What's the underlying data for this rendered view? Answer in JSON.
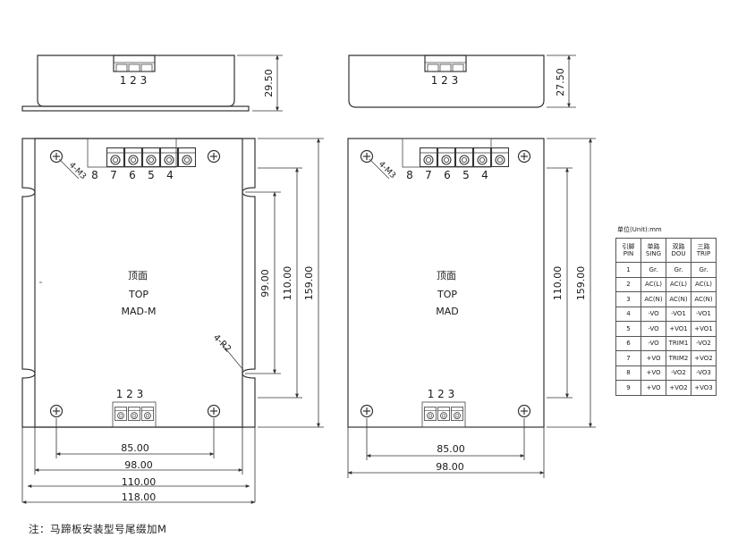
{
  "side_view_left": {
    "pins": "1 2 3",
    "height": "29.50"
  },
  "side_view_right": {
    "pins": "1 2 3",
    "height": "27.50"
  },
  "top_view_left": {
    "top_pins": [
      "8",
      "7",
      "6",
      "5",
      "4"
    ],
    "bottom_pins": "1 2 3",
    "hole_label": "4-M3",
    "slot_label": "4-R2",
    "label_cn": "顶面",
    "label_top": "TOP",
    "model": "MAD-M",
    "dim_99": "99.00",
    "dim_110": "110.00",
    "dim_159": "159.00",
    "dim_85": "85.00",
    "dim_98": "98.00",
    "dim_110w": "110.00",
    "dim_118": "118.00"
  },
  "top_view_right": {
    "top_pins": [
      "8",
      "7",
      "6",
      "5",
      "4"
    ],
    "bottom_pins": "1 2 3",
    "hole_label": "4-M3",
    "label_cn": "顶面",
    "label_top": "TOP",
    "model": "MAD",
    "dim_110": "110.00",
    "dim_159": "159.00",
    "dim_85": "85.00",
    "dim_98": "98.00"
  },
  "pin_table": {
    "unit": "单位(Unit):mm",
    "headers": [
      [
        "引脚",
        "PIN"
      ],
      [
        "单路",
        "SING"
      ],
      [
        "双路",
        "DOU"
      ],
      [
        "三路",
        "TRIP"
      ]
    ],
    "rows": [
      [
        "1",
        "Gr.",
        "Gr.",
        "Gr."
      ],
      [
        "2",
        "AC(L)",
        "AC(L)",
        "AC(L)"
      ],
      [
        "3",
        "AC(N)",
        "AC(N)",
        "AC(N)"
      ],
      [
        "4",
        "-VO",
        "-VO1",
        "-VO1"
      ],
      [
        "5",
        "-VO",
        "+VO1",
        "+VO1"
      ],
      [
        "6",
        "-VO",
        "TRIM1",
        "-VO2"
      ],
      [
        "7",
        "+VO",
        "TRIM2",
        "+VO2"
      ],
      [
        "8",
        "+VO",
        "-VO2",
        "-VO3"
      ],
      [
        "9",
        "+VO",
        "+VO2",
        "+VO3"
      ]
    ]
  },
  "footnote": "注：马蹄板安装型号尾缀加M"
}
